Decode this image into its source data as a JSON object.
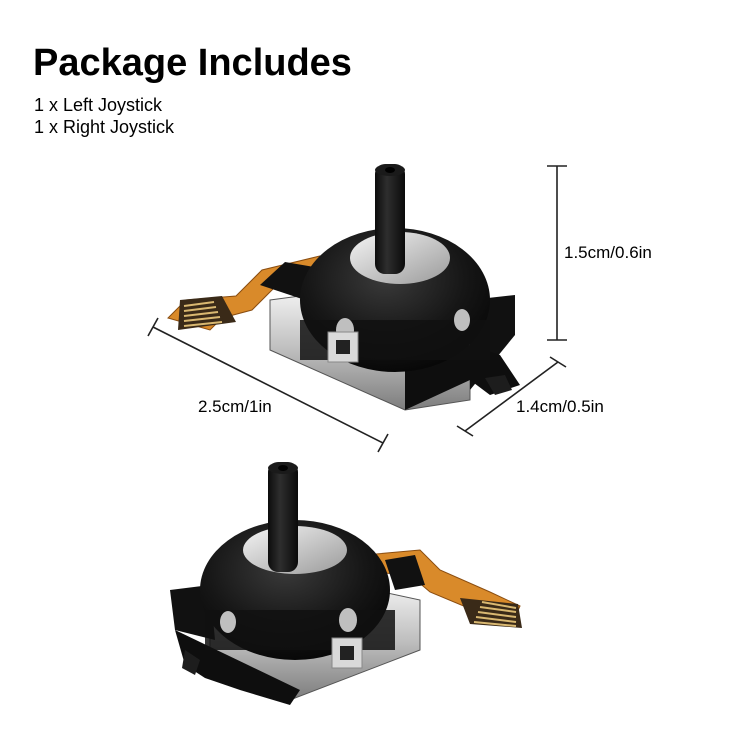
{
  "heading": "Package Includes",
  "contents": [
    "1 x Left Joystick",
    "1 x Right Joystick"
  ],
  "dimensions": {
    "height": "1.5cm/0.6in",
    "length": "2.5cm/1in",
    "width": "1.4cm/0.5in"
  },
  "products": [
    {
      "name": "joystick-top",
      "description": "3D analog joystick module with flex ribbon cable (cable on left)"
    },
    {
      "name": "joystick-bottom",
      "description": "3D analog joystick module with flex ribbon cable (cable on right)"
    }
  ],
  "colors": {
    "body": "#141414",
    "metal": "#c9c9c9",
    "flex_cable": "#d98a2a",
    "contacts": "#c8a860",
    "line": "#222222"
  }
}
